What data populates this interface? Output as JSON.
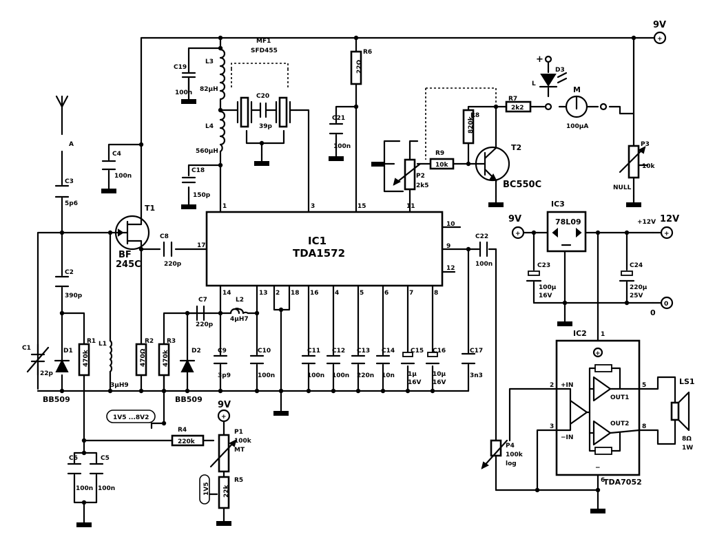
{
  "ic1": {
    "ref": "IC1",
    "part": "TDA1572"
  },
  "ic2": {
    "ref": "IC2",
    "part": "TDA7052",
    "in_p": "+IN",
    "in_n": "−IN",
    "out1": "OUT1",
    "out2": "OUT2",
    "plus": "+",
    "minus": "−"
  },
  "ic3": {
    "ref": "IC3",
    "part": "78L09"
  },
  "t1": {
    "ref": "T1",
    "type1": "BF",
    "type2": "245C"
  },
  "t2": {
    "ref": "T2",
    "type": "BC550C"
  },
  "mf1": {
    "ref": "MF1",
    "part": "SFD455"
  },
  "d1": {
    "ref": "D1",
    "type": "BB509"
  },
  "d2": {
    "ref": "D2",
    "type": "BB509"
  },
  "d3": {
    "ref": "D3",
    "label": "L"
  },
  "meter": {
    "ref": "M",
    "value": "100µA"
  },
  "ls1": {
    "ref": "LS1",
    "z": "8Ω",
    "p": "1W"
  },
  "supply": {
    "v9": "9V",
    "v12": "12V",
    "p12": "+12V",
    "zero": "0",
    "plus": "+"
  },
  "antenna": {
    "label": "A"
  },
  "voltage_tags": {
    "v1": "1V5 ...8V2",
    "v2": "1V5"
  },
  "pots": {
    "p1": {
      "ref": "P1",
      "v1": "100k",
      "v2": "MT"
    },
    "p2": {
      "ref": "P2",
      "v": "2k5"
    },
    "p3": {
      "ref": "P3",
      "v": "10k",
      "n": "NULL"
    },
    "p4": {
      "ref": "P4",
      "v1": "100k",
      "v2": "log"
    }
  },
  "resistors": {
    "r1": {
      "ref": "R1",
      "v": "470k"
    },
    "r2": {
      "ref": "R2",
      "v": "470Ω"
    },
    "r3": {
      "ref": "R3",
      "v": "470k"
    },
    "r4": {
      "ref": "R4",
      "v": "220k"
    },
    "r5": {
      "ref": "R5",
      "v": "22k"
    },
    "r6": {
      "ref": "R6",
      "v": "22Ω"
    },
    "r7": {
      "ref": "R7",
      "v": "2k2"
    },
    "r8": {
      "ref": "R8",
      "v": "820k"
    },
    "r9": {
      "ref": "R9",
      "v": "10k"
    }
  },
  "inductors": {
    "l1": {
      "ref": "L1",
      "v": "3µH9"
    },
    "l2": {
      "ref": "L2",
      "v": "4µH7"
    },
    "l3": {
      "ref": "L3",
      "v": "82µH"
    },
    "l4": {
      "ref": "L4",
      "v": "560µH"
    }
  },
  "capacitors": {
    "c1": {
      "ref": "C1",
      "v": "22p"
    },
    "c2": {
      "ref": "C2",
      "v": "390p"
    },
    "c3": {
      "ref": "C3",
      "v": "5p6"
    },
    "c4": {
      "ref": "C4",
      "v": "100n"
    },
    "c5": {
      "ref": "C5",
      "v": "100n"
    },
    "c6": {
      "ref": "C6",
      "v": "100n"
    },
    "c7": {
      "ref": "C7",
      "v": "220p"
    },
    "c8": {
      "ref": "C8",
      "v": "220p"
    },
    "c9": {
      "ref": "C9",
      "v": "3p9"
    },
    "c10": {
      "ref": "C10",
      "v": "100n"
    },
    "c11": {
      "ref": "C11",
      "v": "100n"
    },
    "c12": {
      "ref": "C12",
      "v": "100n"
    },
    "c13": {
      "ref": "C13",
      "v": "220n"
    },
    "c14": {
      "ref": "C14",
      "v": "10n"
    },
    "c15": {
      "ref": "C15",
      "v1": "1µ",
      "v2": "16V"
    },
    "c16": {
      "ref": "C16",
      "v1": "10µ",
      "v2": "16V"
    },
    "c17": {
      "ref": "C17",
      "v": "3n3"
    },
    "c18": {
      "ref": "C18",
      "v": "150p"
    },
    "c19": {
      "ref": "C19",
      "v": "100n"
    },
    "c20": {
      "ref": "C20",
      "v": "39p"
    },
    "c21": {
      "ref": "C21",
      "v": "100n"
    },
    "c22": {
      "ref": "C22",
      "v": "100n"
    },
    "c23": {
      "ref": "C23",
      "v1": "100µ",
      "v2": "16V"
    },
    "c24": {
      "ref": "C24",
      "v1": "220µ",
      "v2": "25V"
    }
  },
  "pins": {
    "ic1_1": "1",
    "ic1_3": "3",
    "ic1_15": "15",
    "ic1_11": "11",
    "ic1_10": "10",
    "ic1_9": "9",
    "ic1_12": "12",
    "ic1_17": "17",
    "ic1_14": "14",
    "ic1_13": "13",
    "ic1_2": "2",
    "ic1_18": "18",
    "ic1_16": "16",
    "ic1_4": "4",
    "ic1_5": "5",
    "ic1_6": "6",
    "ic1_7": "7",
    "ic1_8": "8",
    "ic2_1": "1",
    "ic2_2": "2",
    "ic2_3": "3",
    "ic2_5": "5",
    "ic2_8": "8",
    "ic2_6": "6"
  }
}
